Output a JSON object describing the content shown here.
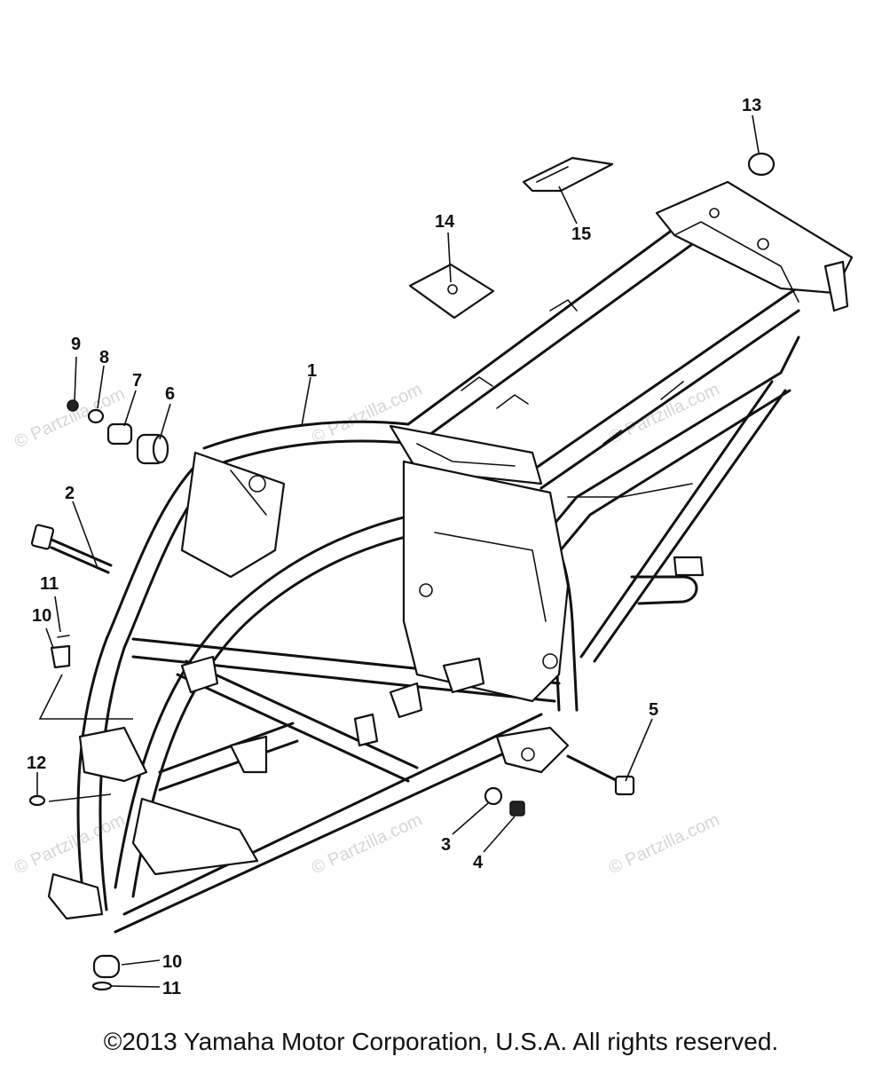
{
  "callouts": {
    "c1": "1",
    "c2": "2",
    "c3": "3",
    "c4": "4",
    "c5": "5",
    "c6": "6",
    "c7": "7",
    "c8": "8",
    "c9": "9",
    "c10": "10",
    "c10b": "10",
    "c11": "11",
    "c11b": "11",
    "c12": "12",
    "c13": "13",
    "c14": "14",
    "c15": "15"
  },
  "watermark": "© Partzilla.com",
  "copyright": "©2013  Yamaha Motor Corporation, U.S.A. All rights reserved."
}
